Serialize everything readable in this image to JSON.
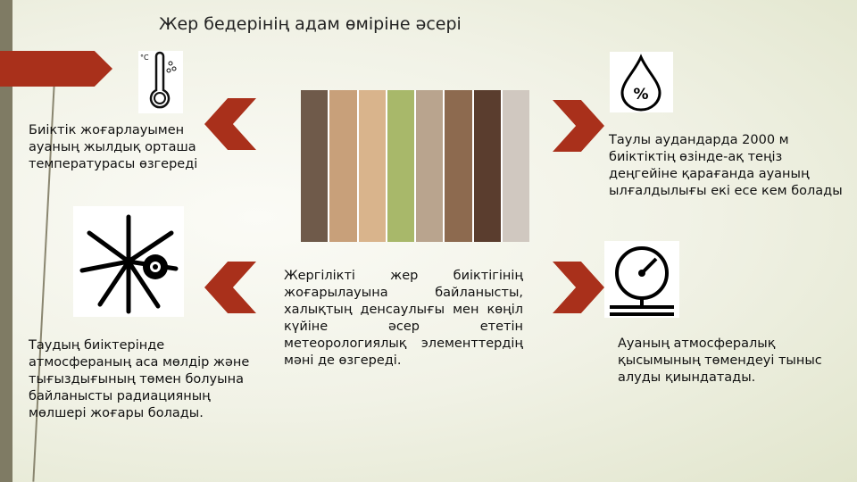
{
  "title": "Жер бедерінің адам өміріне әсері",
  "blocks": {
    "top_left": "Биіктік жоғарлауымен ауаның жылдық орташа температурасы өзгереді",
    "top_right": "Таулы аудандарда 2000 м биіктіктің өзінде-ақ теңіз деңгейіне қарағанда ауаның ылғалдылығы екі есе кем болады",
    "center": "Жергілікті жер биіктігінің жоғарылауына байланысты, халықтың денсаулығы мен көңіл күйіне әсер ететін метеорологиялық элементтердің мәні де өзгереді.",
    "bottom_left": "Таудың биіктерінде атмосфераның аса мөлдір және тығыздығының төмен болуына байланысты радиацияның мөлшері жоғары болады.",
    "bottom_right": "Ауаның атмосфералық қысымының төмендеуі тыныс алуды қиындатады."
  },
  "icons": {
    "thermo": "°C",
    "humidity": "%"
  },
  "colors": {
    "accent": "#a9301b"
  }
}
